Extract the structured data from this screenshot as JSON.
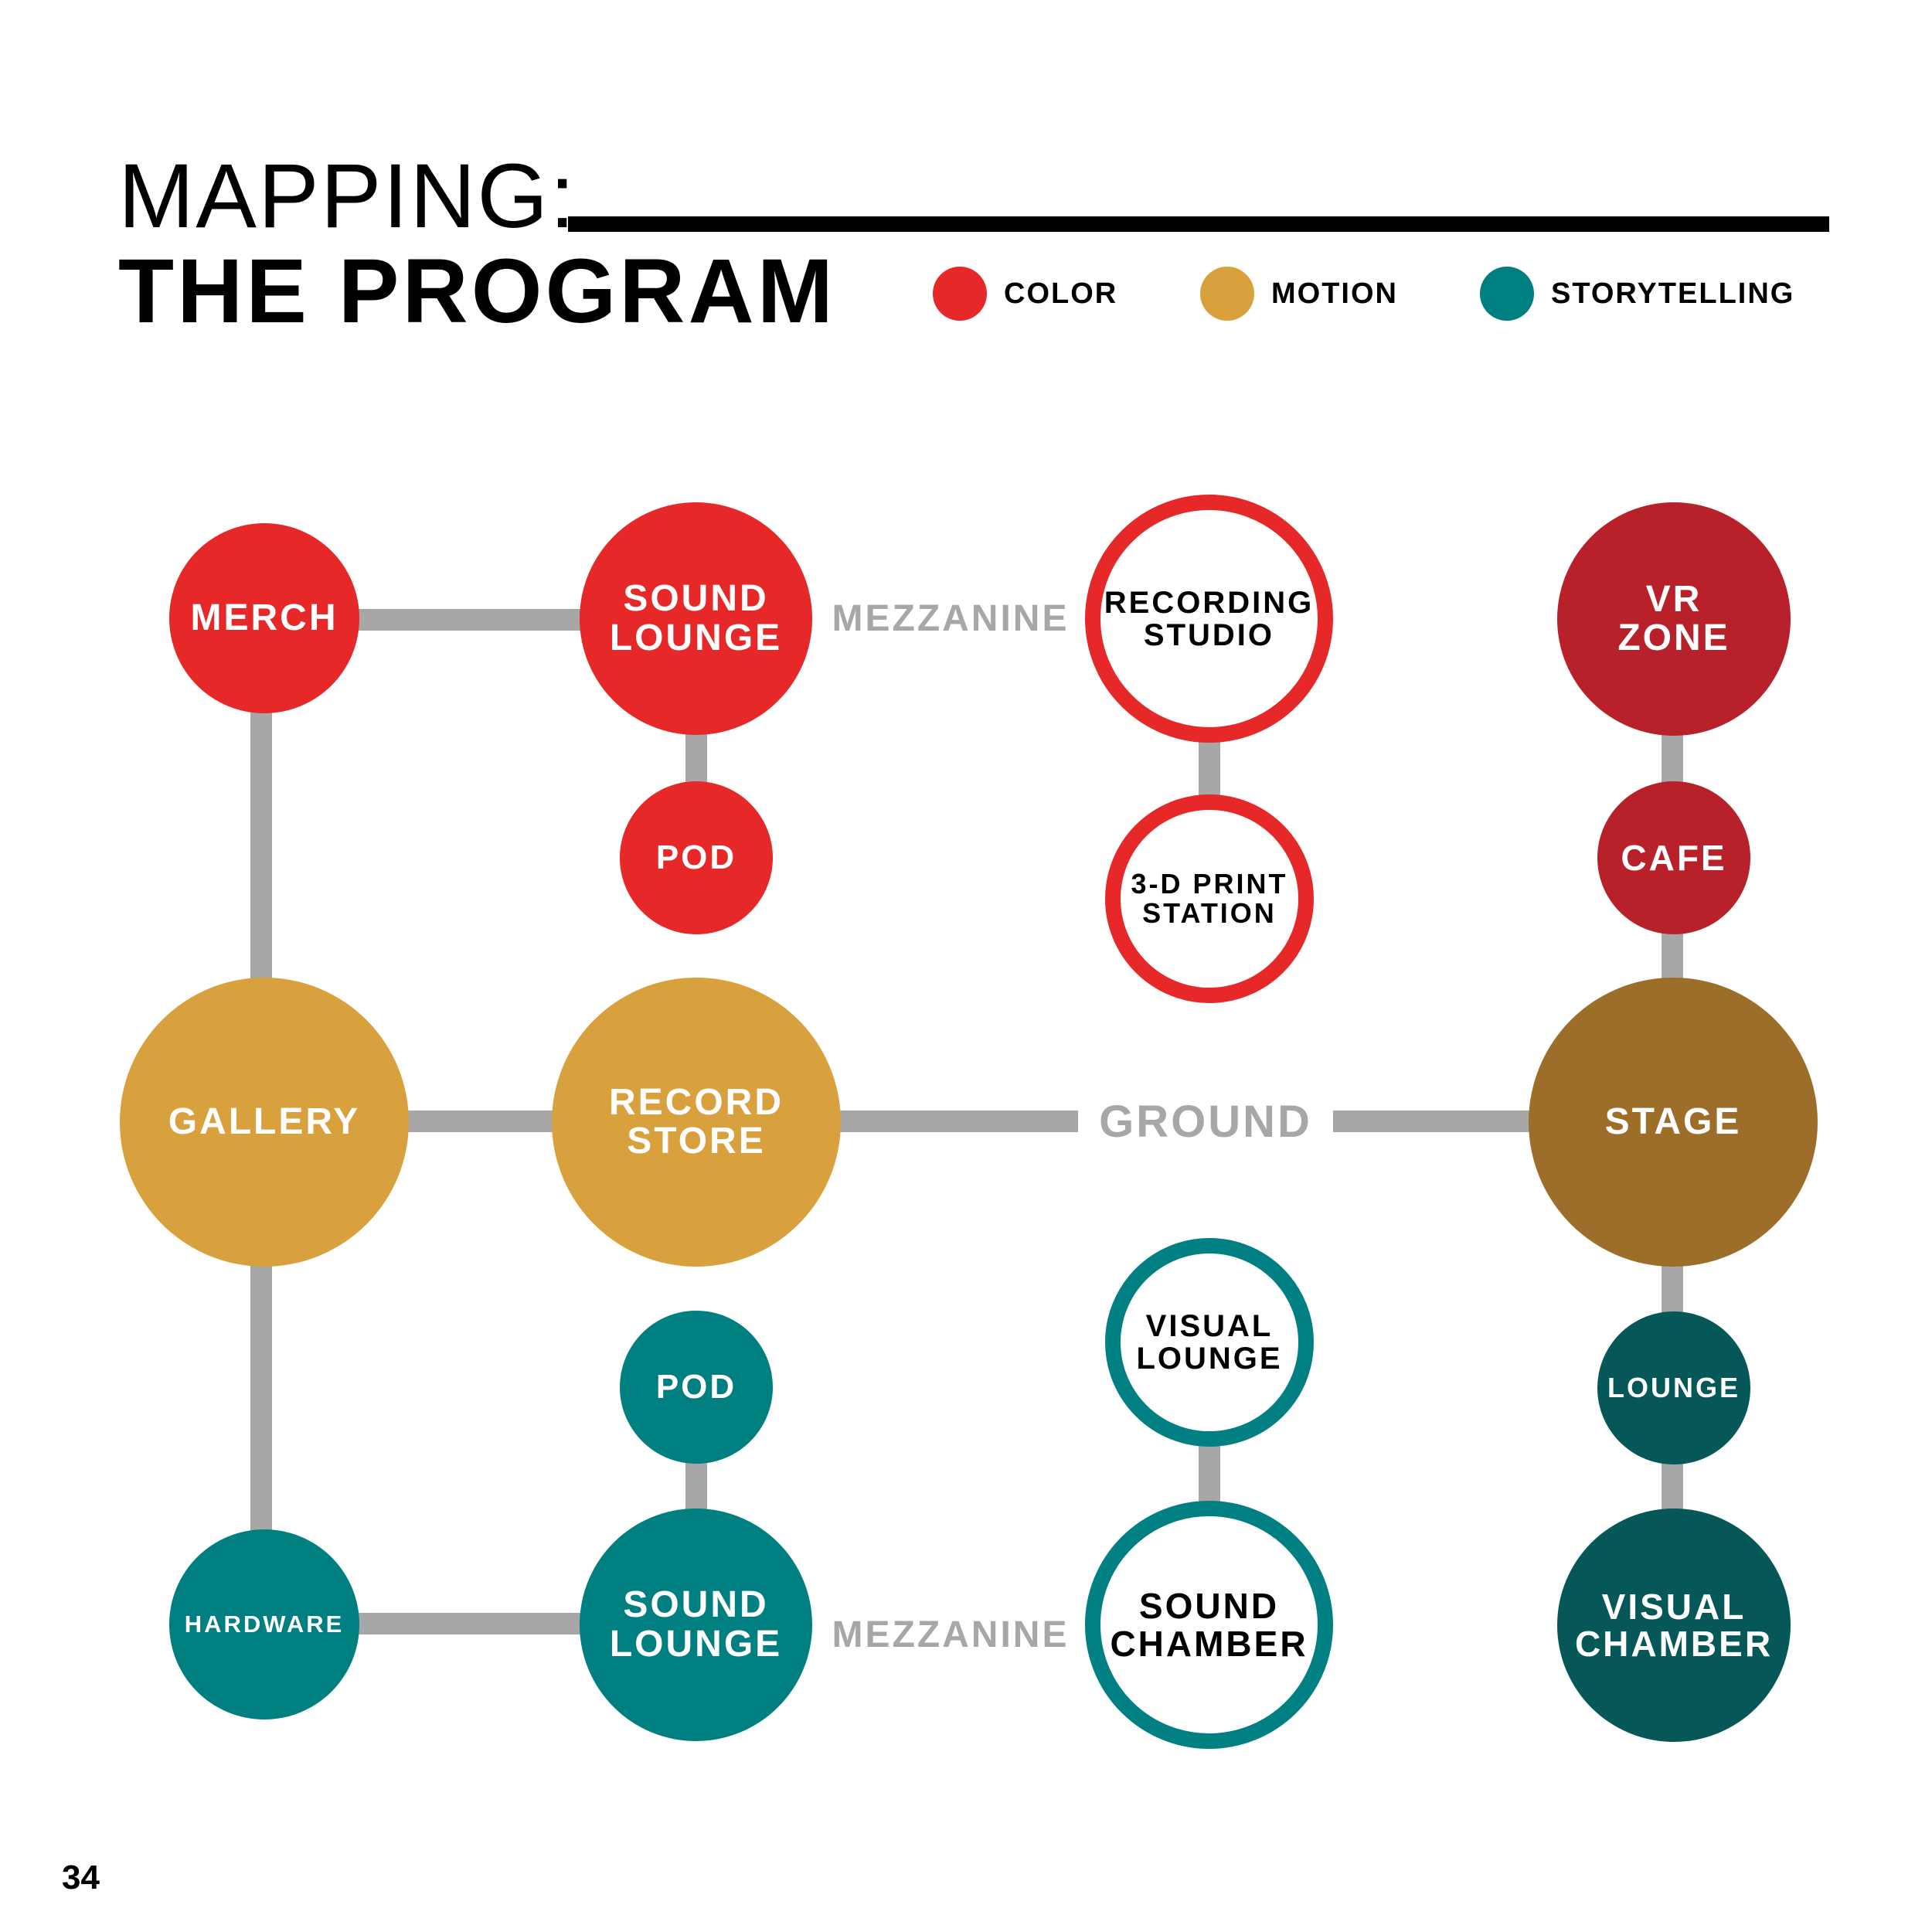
{
  "title": {
    "line1": "MAPPING:",
    "line2": "THE PROGRAM"
  },
  "legend": [
    {
      "label": "COLOR",
      "color": "#e62828"
    },
    {
      "label": "MOTION",
      "color": "#d9a13d"
    },
    {
      "label": "STORYTELLING",
      "color": "#007f80"
    }
  ],
  "levels": {
    "upper": "MEZZANINE",
    "ground": "GROUND",
    "lower": "MEZZANINE"
  },
  "nodes": {
    "merch": "MERCH",
    "sound_lounge_top": "SOUND\nLOUNGE",
    "recording_studio": "RECORDING\nSTUDIO",
    "vr_zone": "VR\nZONE",
    "pod_top": "POD",
    "print_station": "3-D PRINT\nSTATION",
    "cafe": "CAFE",
    "gallery": "GALLERY",
    "record_store": "RECORD\nSTORE",
    "stage": "STAGE",
    "pod_bottom": "POD",
    "visual_lounge": "VISUAL\nLOUNGE",
    "lounge": "LOUNGE",
    "hardware": "HARDWARE",
    "sound_lounge_bottom": "SOUND\nLOUNGE",
    "sound_chamber": "SOUND\nCHAMBER",
    "visual_chamber": "VISUAL\nCHAMBER"
  },
  "page_number": "34"
}
